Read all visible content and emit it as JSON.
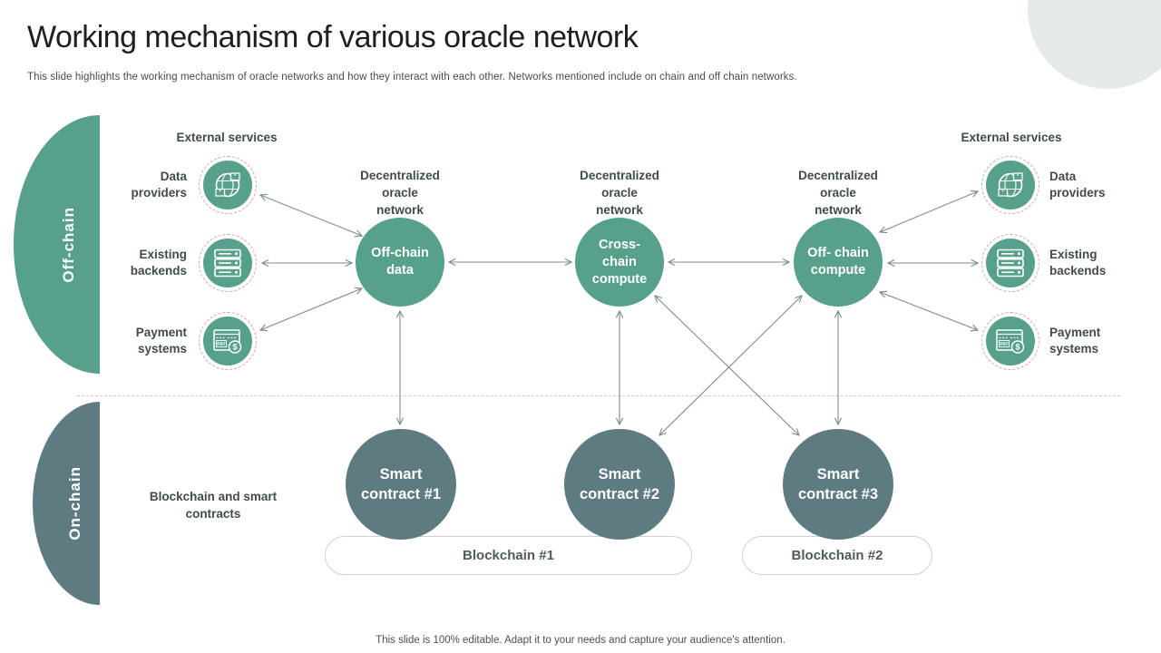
{
  "slide": {
    "title": "Working mechanism of various oracle network",
    "subtitle": "This slide highlights the working mechanism of oracle networks and how they interact with each other. Networks mentioned include on chain and off chain networks.",
    "footer": "This slide is 100% editable. Adapt it to your needs and capture your audience's attention."
  },
  "bands": {
    "off_chain": "Off-chain",
    "on_chain": "On-chain"
  },
  "external_services": {
    "left": {
      "header": "External services",
      "items": [
        {
          "label": "Data\nproviders",
          "icon": "globe-data-icon"
        },
        {
          "label": "Existing\nbackends",
          "icon": "server-stack-icon"
        },
        {
          "label": "Payment\nsystems",
          "icon": "payment-card-icon"
        }
      ]
    },
    "right": {
      "header": "External services",
      "items": [
        {
          "label": "Data\nproviders",
          "icon": "globe-data-icon"
        },
        {
          "label": "Existing\nbackends",
          "icon": "server-stack-icon"
        },
        {
          "label": "Payment\nsystems",
          "icon": "payment-card-icon"
        }
      ]
    }
  },
  "oracle_networks": {
    "caption": "Decentralized\noracle\nnetwork",
    "nodes": [
      {
        "label": "Off-chain\ndata"
      },
      {
        "label": "Cross-\nchain\ncompute"
      },
      {
        "label": "Off- chain\ncompute"
      }
    ]
  },
  "on_chain": {
    "section_label": "Blockchain and smart\ncontracts",
    "contracts": [
      {
        "label": "Smart\ncontract #1"
      },
      {
        "label": "Smart\ncontract #2"
      },
      {
        "label": "Smart\ncontract #3"
      }
    ],
    "blockchains": [
      {
        "label": "Blockchain #1"
      },
      {
        "label": "Blockchain #2"
      }
    ]
  },
  "icon_text": {
    "pay": "PAY",
    "dollar": "$"
  },
  "colors": {
    "teal": "#56a08c",
    "slate": "#5d7b80",
    "arrow": "#7f8c8c",
    "icon_ring": "#d9a89e",
    "decor_circle": "#e3eae8",
    "label_text": "#414b4b",
    "title_text": "#1f1f1f",
    "pill_text": "#4f5a5a"
  }
}
